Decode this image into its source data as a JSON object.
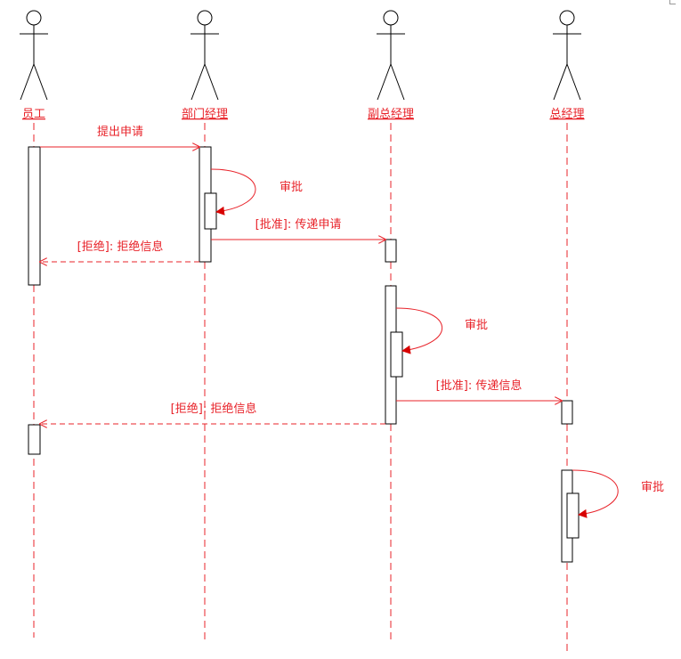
{
  "colors": {
    "stroke": "#e8232a",
    "text": "#e8232a",
    "box": "#000000",
    "arrowhead": "#d80000"
  },
  "actors": [
    {
      "id": "yuangong",
      "label": "员工"
    },
    {
      "id": "bumen",
      "label": "部门经理"
    },
    {
      "id": "fuzong",
      "label": "副总经理"
    },
    {
      "id": "zong",
      "label": "总经理"
    }
  ],
  "messages": {
    "submit": "提出申请",
    "approve1": "审批",
    "forward_app": "[批准]: 传递申请",
    "reject1": "[拒绝]: 拒绝信息",
    "approve2": "审批",
    "forward_info": "[批准]: 传递信息",
    "reject2": "[拒绝]: 拒绝信息",
    "approve3": "审批"
  }
}
